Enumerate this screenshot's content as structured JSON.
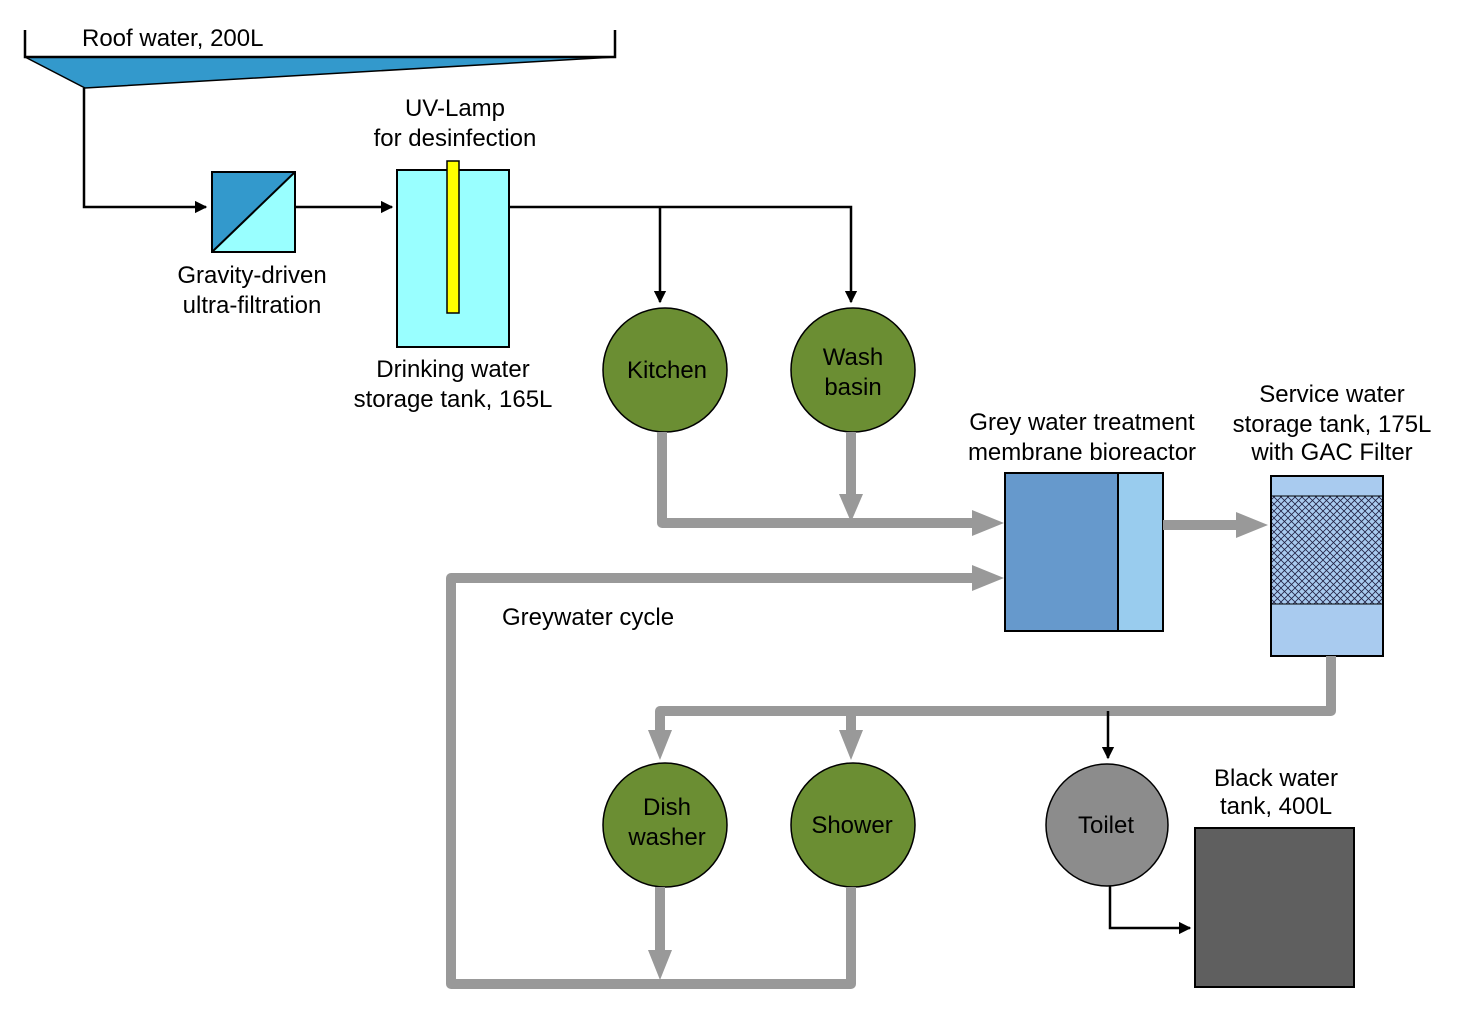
{
  "labels": {
    "roof_water": "Roof water, 200L",
    "uv_lamp_line1": "UV-Lamp",
    "uv_lamp_line2": "for desinfection",
    "ultrafiltration_line1": "Gravity-driven",
    "ultrafiltration_line2": "ultra-filtration",
    "drinking_tank_line1": "Drinking water",
    "drinking_tank_line2": "storage tank, 165L",
    "kitchen": "Kitchen",
    "wash_basin_line1": "Wash",
    "wash_basin_line2": "basin",
    "bioreactor_line1": "Grey water treatment",
    "bioreactor_line2": "membrane bioreactor",
    "service_tank_line1": "Service water",
    "service_tank_line2": "storage tank, 175L",
    "service_tank_line3": "with GAC Filter",
    "greywater_cycle": "Greywater cycle",
    "dish_washer_line1": "Dish",
    "dish_washer_line2": "washer",
    "shower": "Shower",
    "toilet": "Toilet",
    "black_tank_line1": "Black water",
    "black_tank_line2": "tank, 400L"
  },
  "colors": {
    "consumer_green": "#6b8e33",
    "toilet_grey": "#8c8c8c",
    "pipe_grey": "#999999",
    "tank_cyan": "#99ffff",
    "uv_lamp_yellow": "#ffff00",
    "filter_blue": "#3399cc",
    "bioreactor_blue": "#6699cc",
    "bioreactor_membrane": "#99ccee",
    "service_tank_blue": "#a9cbef",
    "black_tank": "#5f5f5f"
  }
}
